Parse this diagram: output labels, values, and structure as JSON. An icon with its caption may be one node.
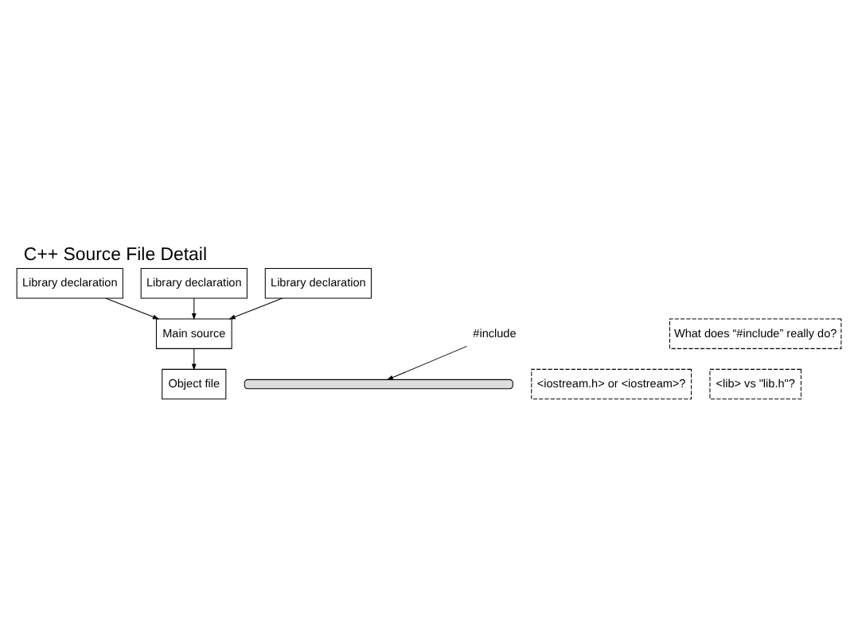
{
  "diagram": {
    "title": "C++ Source File Detail",
    "nodes": [
      {
        "text": [
          "Library declaration"
        ]
      },
      {
        "text": [
          "Library declaration"
        ]
      },
      {
        "text": [
          "Library declaration"
        ]
      },
      {
        "text": [],
        "shape": "bar"
      },
      {
        "text": [
          "What does “#include” really do?"
        ]
      },
      {
        "text": [
          "Main source"
        ]
      },
      {
        "text": [
          "#include"
        ]
      },
      {
        "text": [
          "<iostream.h> or <iostream>?"
        ]
      },
      {
        "text": [
          "<lib> vs \"lib.h\"?"
        ]
      },
      {
        "text": [
          "Object file"
        ]
      }
    ],
    "edges": [
      {
        "from": 0,
        "to": 5,
        "arrow": "to"
      },
      {
        "from": 1,
        "to": 5,
        "arrow": "to"
      },
      {
        "from": 2,
        "to": 5,
        "arrow": "to"
      },
      {
        "from": 6,
        "to": 3,
        "arrow": "to"
      },
      {
        "from": 5,
        "to": 9,
        "arrow": "to"
      }
    ]
  }
}
